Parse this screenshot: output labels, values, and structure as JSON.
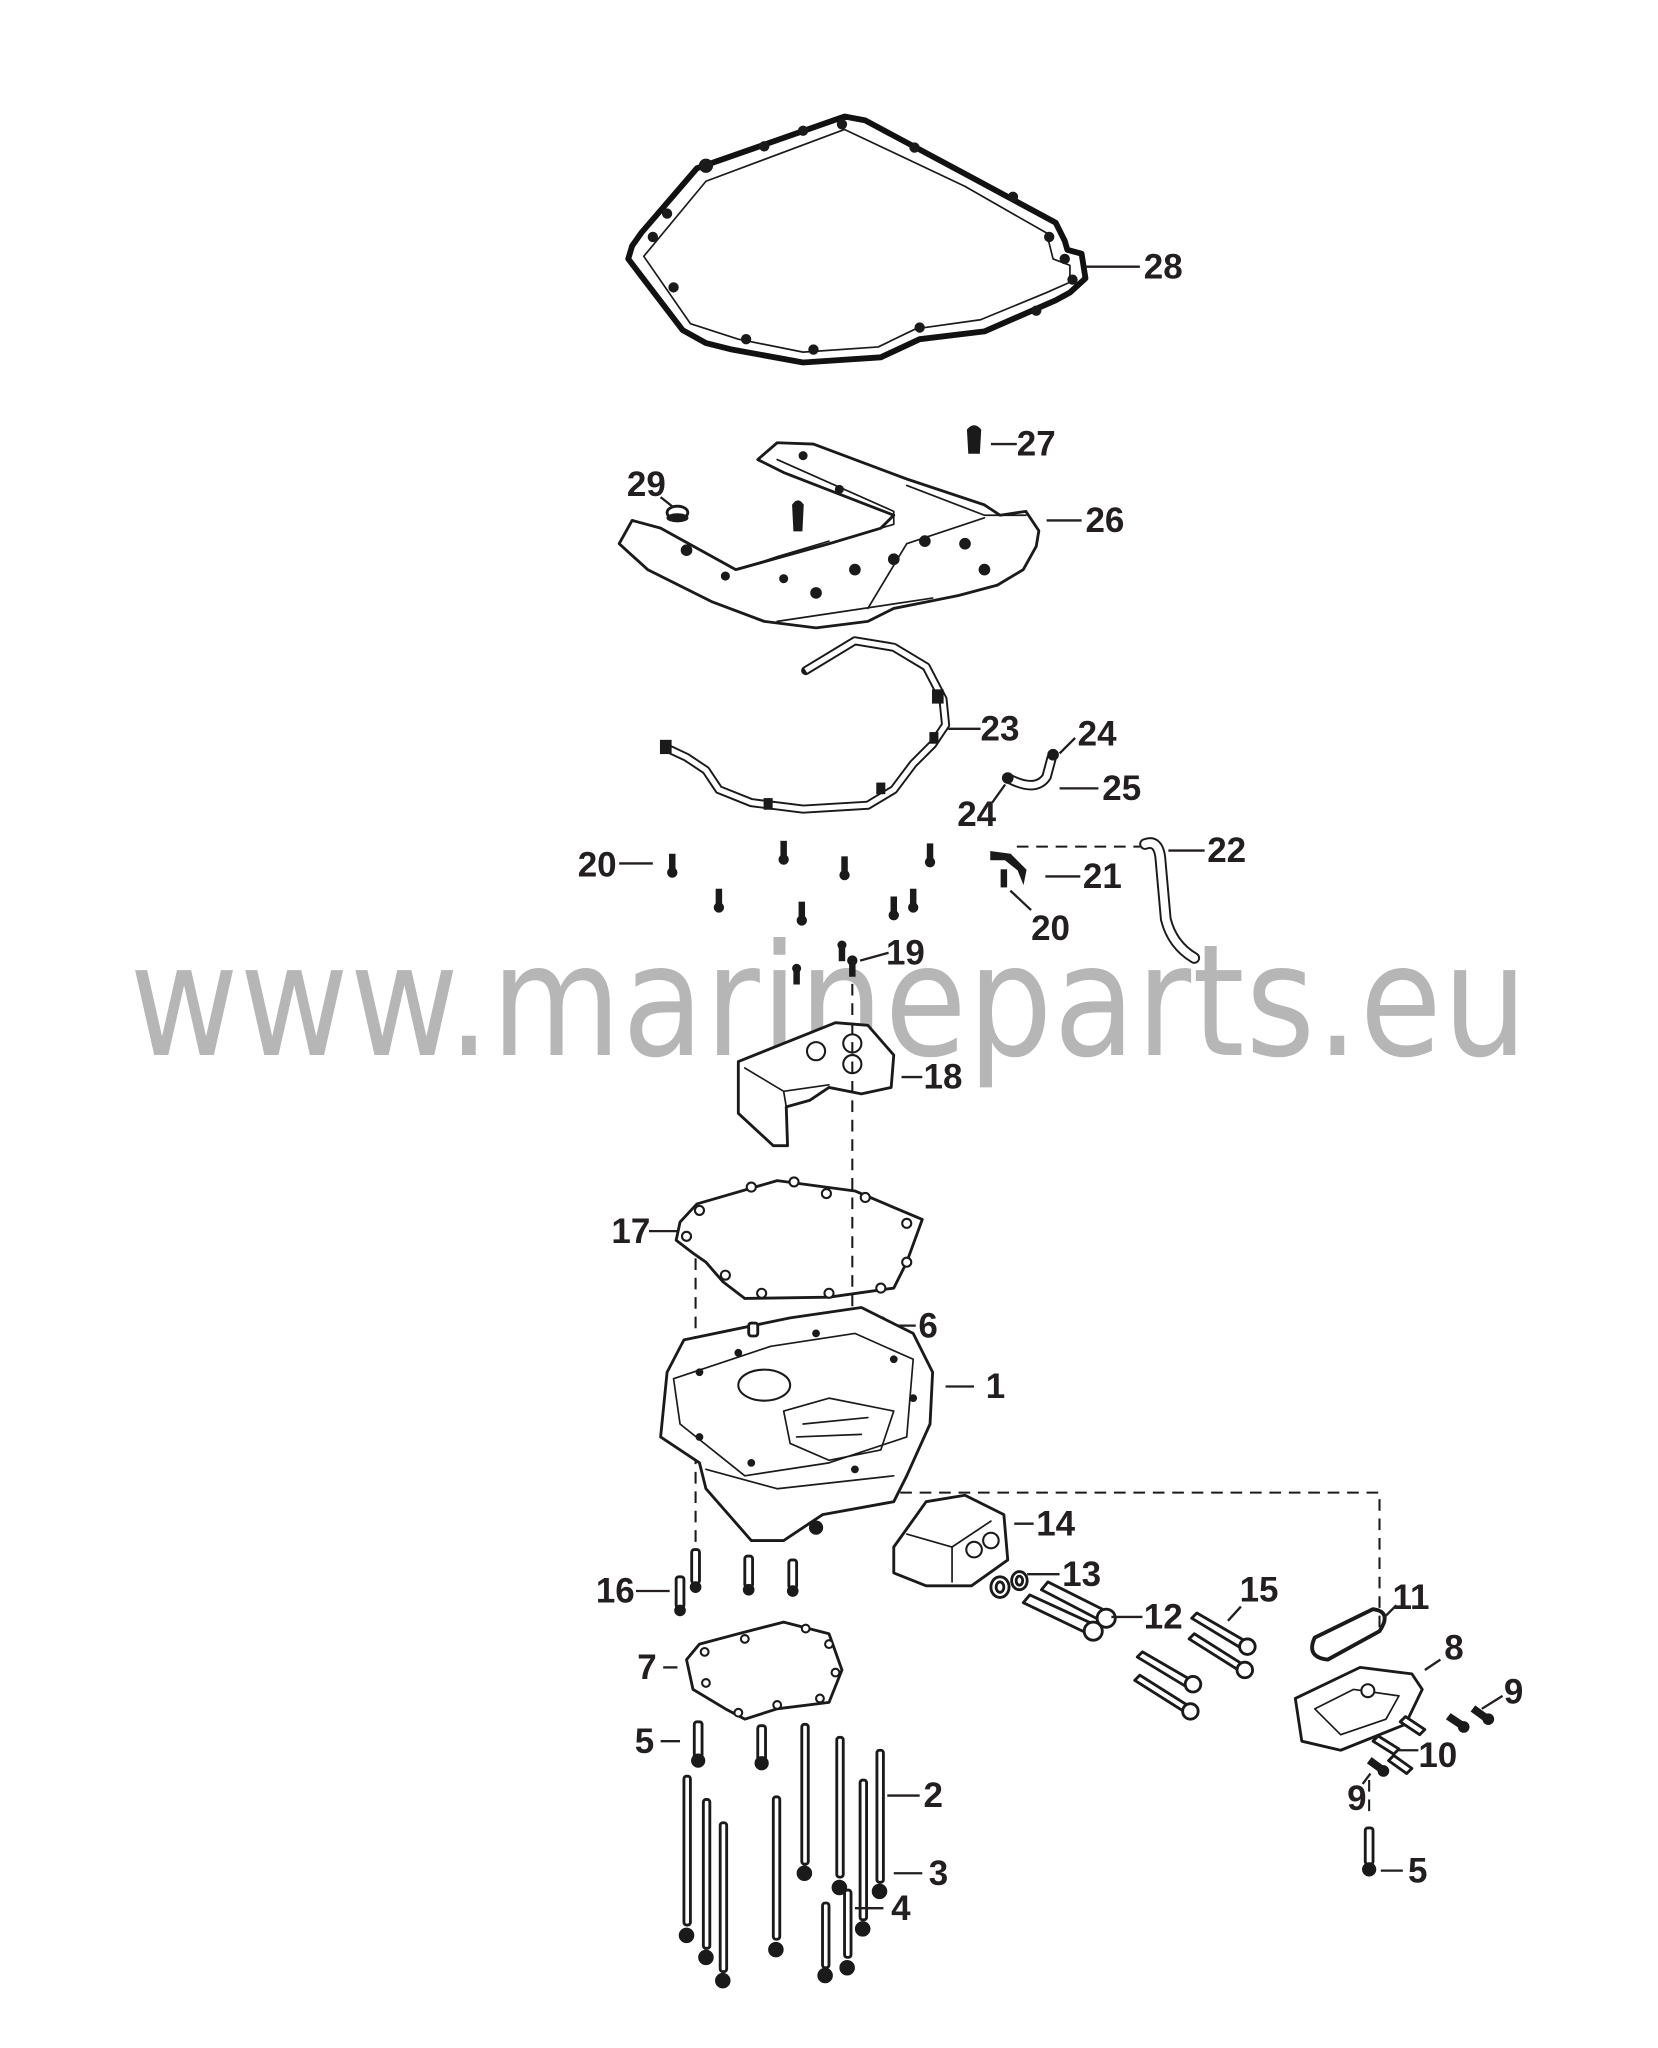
{
  "diagram": {
    "type": "exploded-parts-diagram",
    "watermark": "www.marineparts.eu",
    "colors": {
      "line_art": "#1a1a1a",
      "callout_text": "#231f20",
      "watermark": "#a9a9a9",
      "background": "#ffffff"
    },
    "callouts": [
      {
        "id": "c28",
        "label": "28",
        "part": "top-gasket-seal"
      },
      {
        "id": "c27",
        "label": "27",
        "part": "push-clip"
      },
      {
        "id": "c29",
        "label": "29",
        "part": "grommet"
      },
      {
        "id": "c26",
        "label": "26",
        "part": "mounting-plate"
      },
      {
        "id": "c23",
        "label": "23",
        "part": "wiring-hose-harness"
      },
      {
        "id": "c24a",
        "label": "24",
        "part": "hose-clamp-upper"
      },
      {
        "id": "c24b",
        "label": "24",
        "part": "hose-clamp-lower"
      },
      {
        "id": "c25",
        "label": "25",
        "part": "short-hose"
      },
      {
        "id": "c22",
        "label": "22",
        "part": "long-hose"
      },
      {
        "id": "c20a",
        "label": "20",
        "part": "screw-set"
      },
      {
        "id": "c21",
        "label": "21",
        "part": "bracket-clip"
      },
      {
        "id": "c20b",
        "label": "20",
        "part": "screw-single"
      },
      {
        "id": "c19",
        "label": "19",
        "part": "stud-screws"
      },
      {
        "id": "c18",
        "label": "18",
        "part": "cover-shield"
      },
      {
        "id": "c17",
        "label": "17",
        "part": "upper-gasket"
      },
      {
        "id": "c6",
        "label": "6",
        "part": "dowel-pin"
      },
      {
        "id": "c1",
        "label": "1",
        "part": "adapter-plate-housing"
      },
      {
        "id": "c14",
        "label": "14",
        "part": "cooler-block"
      },
      {
        "id": "c13",
        "label": "13",
        "part": "o-rings"
      },
      {
        "id": "c12",
        "label": "12",
        "part": "long-bolts"
      },
      {
        "id": "c15",
        "label": "15",
        "part": "bolts"
      },
      {
        "id": "c11",
        "label": "11",
        "part": "seal-ring"
      },
      {
        "id": "c8",
        "label": "8",
        "part": "bracket-housing"
      },
      {
        "id": "c9a",
        "label": "9",
        "part": "screws-right"
      },
      {
        "id": "c10",
        "label": "10",
        "part": "dowel-bolts"
      },
      {
        "id": "c9b",
        "label": "9",
        "part": "screw-lower"
      },
      {
        "id": "c5b",
        "label": "5",
        "part": "bolt-right"
      },
      {
        "id": "c16",
        "label": "16",
        "part": "housing-bolts"
      },
      {
        "id": "c7",
        "label": "7",
        "part": "lower-gasket"
      },
      {
        "id": "c5a",
        "label": "5",
        "part": "bolts-left"
      },
      {
        "id": "c2",
        "label": "2",
        "part": "long-studs"
      },
      {
        "id": "c3",
        "label": "3",
        "part": "nuts"
      },
      {
        "id": "c4",
        "label": "4",
        "part": "short-studs"
      }
    ]
  }
}
